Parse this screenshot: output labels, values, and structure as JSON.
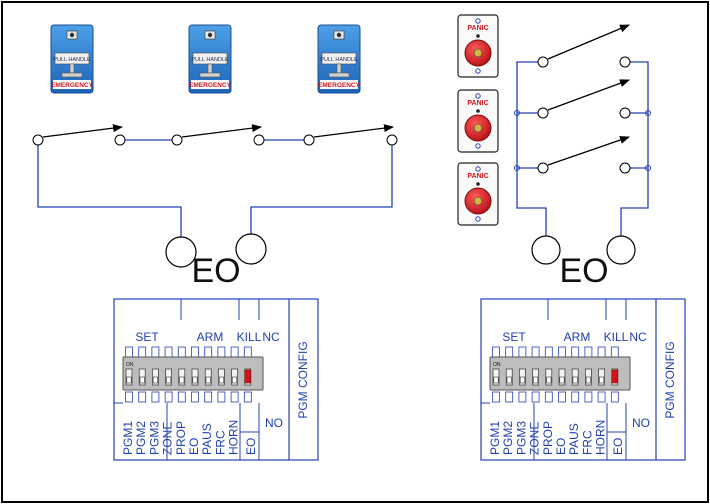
{
  "diagram": {
    "left_group": {
      "pull_station_label": "PULL HANDLE",
      "pull_station_caption": "EMERGENCY",
      "station_count": 3,
      "terminal_label": "EO"
    },
    "right_group": {
      "panic_label": "PANIC",
      "panic_count": 3,
      "terminal_label": "EO"
    },
    "dip_switch": {
      "top_labels": {
        "set": "SET",
        "arm": "ARM",
        "kill": "KILL",
        "nc": "NC"
      },
      "on_label": "ON",
      "config_label": "PGM CONFIG",
      "bottom_labels": [
        "PGM1",
        "PGM2",
        "PGM3",
        "ZONE",
        "PROP",
        "EO",
        "PAUS",
        "FRC",
        "HORN"
      ],
      "no_label": "NO",
      "eo_label": "EO",
      "switch_count": 10,
      "active_switch_index": 9
    },
    "colors": {
      "wire": "#2440b8",
      "pull_station_blue": "#2b7fd4",
      "emergency_red": "#d1141a",
      "panic_red": "#c9151b",
      "dip_active": "#d1141a"
    }
  }
}
